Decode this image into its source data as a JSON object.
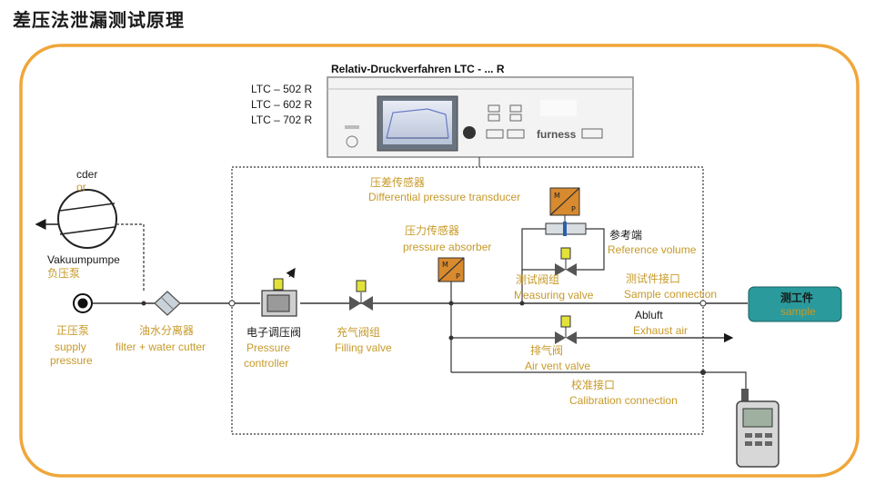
{
  "title": "差压法泄漏测试原理",
  "device": {
    "header": "Relativ-Druckverfahren  LTC - ... R",
    "models": [
      "LTC – 502 R",
      "LTC – 602 R",
      "LTC – 702 R"
    ],
    "brand": "furness"
  },
  "labels": {
    "pump_a": "cder",
    "pump_b": "or",
    "pump_c": "Vakuumpumpe",
    "pump_zh": "负压泵",
    "supply_zh": "正压泵",
    "supply_en1": "supply",
    "supply_en2": "pressure",
    "filter_zh": "油水分离器",
    "filter_en": "filter + water cutter",
    "pc_zh": "电子调压阀",
    "pc_en1": "Pressure",
    "pc_en2": "controller",
    "fill_zh": "充气阀组",
    "fill_en": "Filling valve",
    "pa_zh": "压力传感器",
    "pa_en": "pressure absorber",
    "dp_zh": "压差传感器",
    "dp_en": "Differential pressure transducer",
    "ref_zh": "参考端",
    "ref_en": "Reference volume",
    "mv_zh": "测试阀组",
    "mv_en": "Measuring valve",
    "sc_zh": "测试件接口",
    "sc_en": "Sample connection",
    "abluft": "Abluft",
    "exhaust_en": "Exhaust air",
    "av_zh": "排气阀",
    "av_en": "Air vent valve",
    "cal_zh": "校准接口",
    "cal_en": "Calibration connection",
    "sample_zh": "测工件",
    "sample_en": "sample"
  }
}
